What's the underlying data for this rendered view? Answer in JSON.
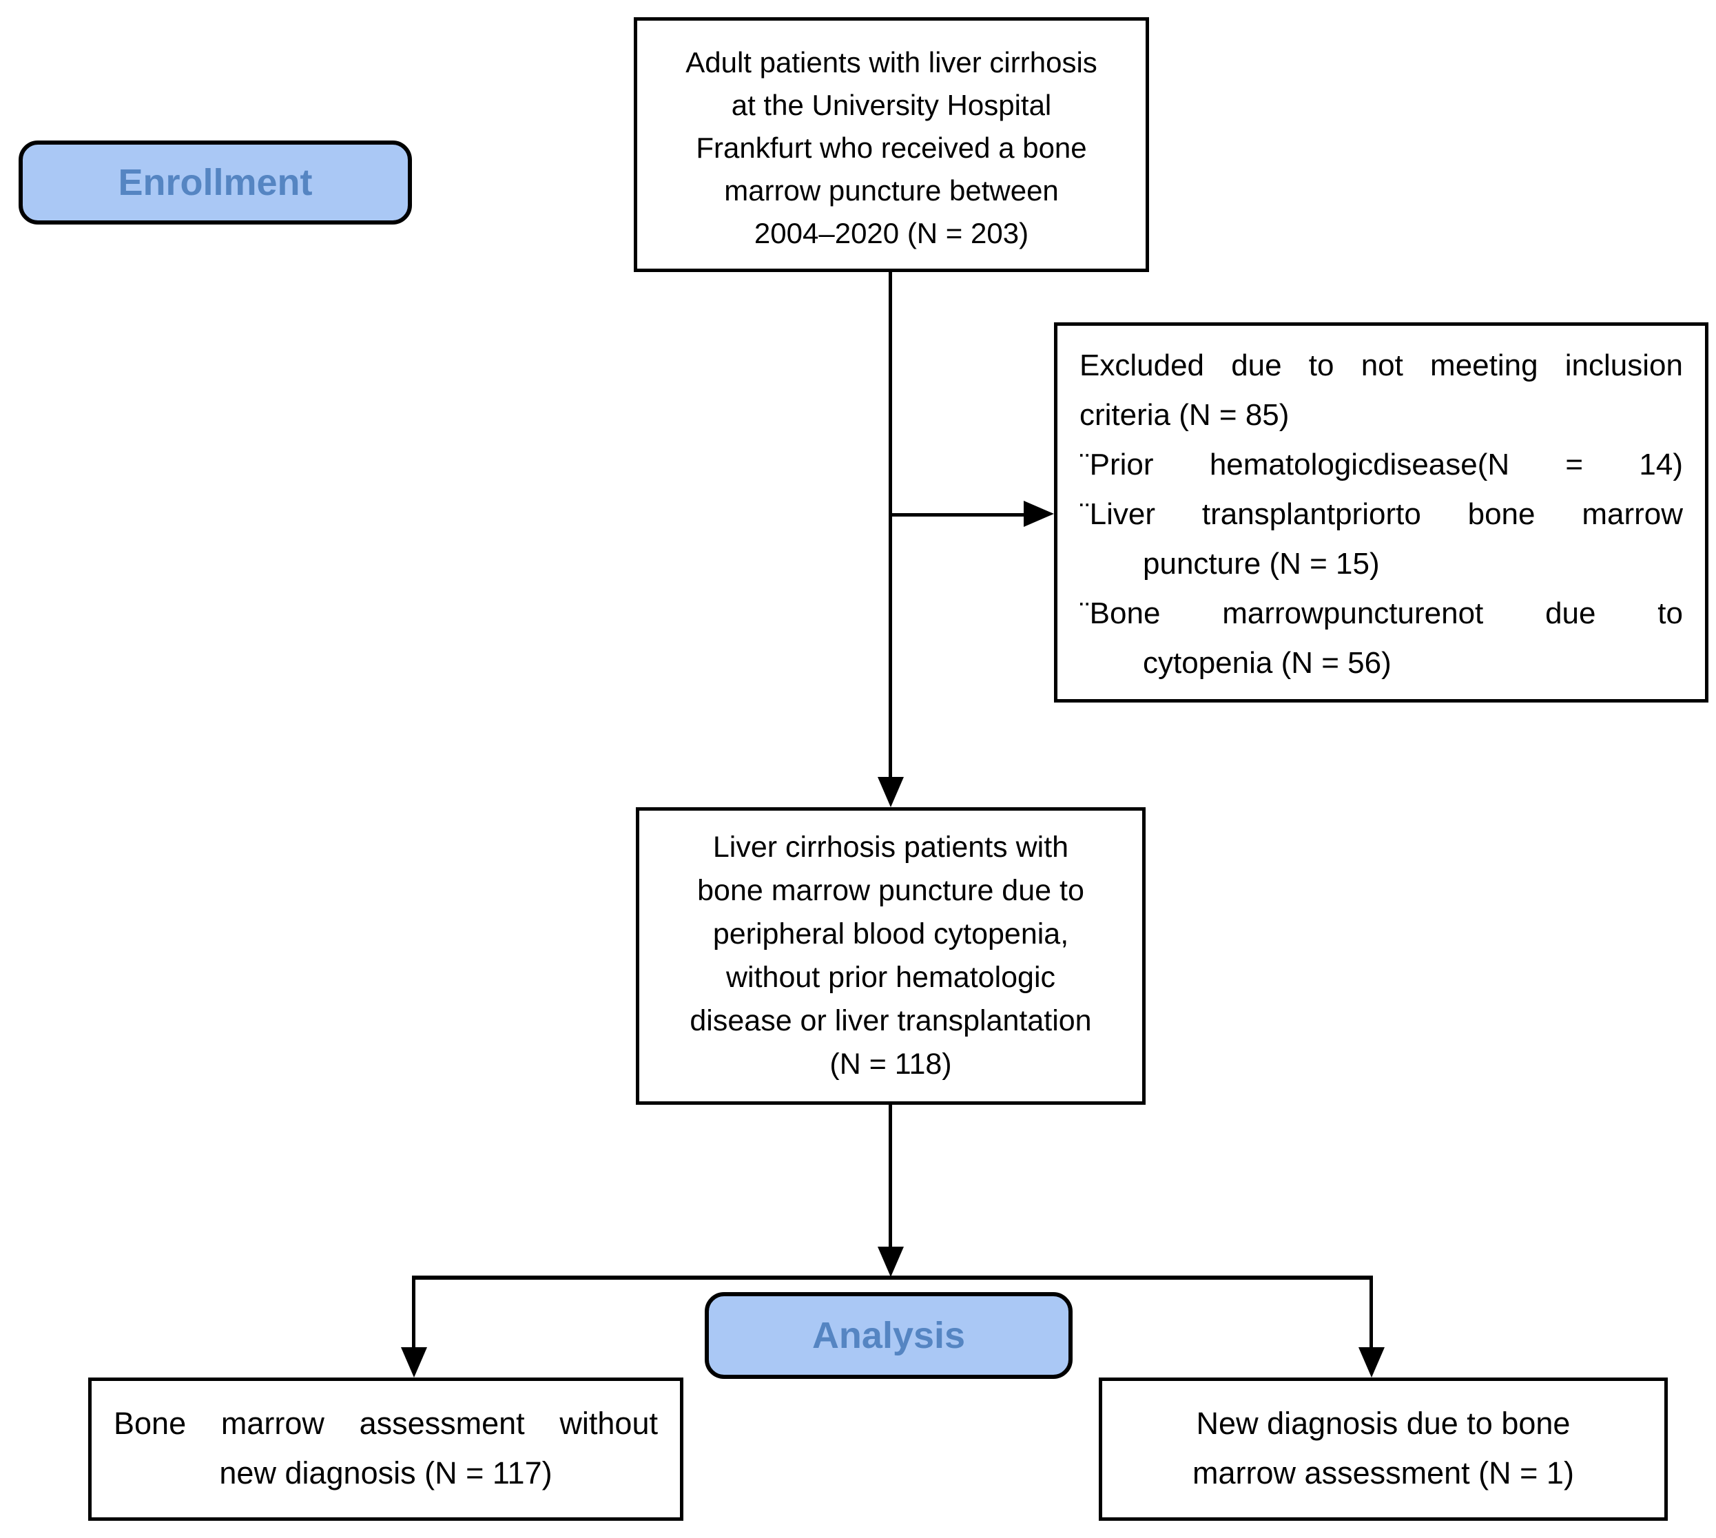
{
  "figure": {
    "type": "patient-flow-diagram",
    "stage_labels": {
      "enrollment": "Enrollment",
      "analysis": "Analysis"
    },
    "colors": {
      "stage_pill_fill": "#aac8f5",
      "stage_pill_text": "#5585c2",
      "box_fill": "#ffffff",
      "box_border": "#000000",
      "connector": "#000000",
      "page_background": "#ffffff"
    },
    "boxes": {
      "source_population": {
        "lines": [
          "Adult patients with liver cirrhosis",
          "at the University Hospital",
          "Frankfurt who received a bone",
          "marrow puncture between",
          "2004–2020 (N = 203)"
        ]
      },
      "excluded": {
        "lines": [
          "Excluded due to not meeting inclusion",
          "criteria (N = 85)",
          "¨Prior hematologicdisease(N = 14)",
          "¨Liver transplantpriorto bone marrow",
          "puncture (N = 15)",
          "¨Bone marrowpuncturenot due to",
          "cytopenia (N = 56)"
        ]
      },
      "cohort": {
        "lines": [
          "Liver cirrhosis patients with",
          "bone marrow puncture due to",
          "peripheral blood cytopenia,",
          "without prior hematologic",
          "disease or liver transplantation",
          "(N = 118)"
        ]
      },
      "no_new_diagnosis": {
        "lines": [
          "Bone marrow assessment without",
          "new diagnosis (N = 117)"
        ]
      },
      "new_diagnosis": {
        "lines": [
          "New diagnosis due to bone",
          "marrow assessment (N = 1)"
        ]
      }
    }
  }
}
